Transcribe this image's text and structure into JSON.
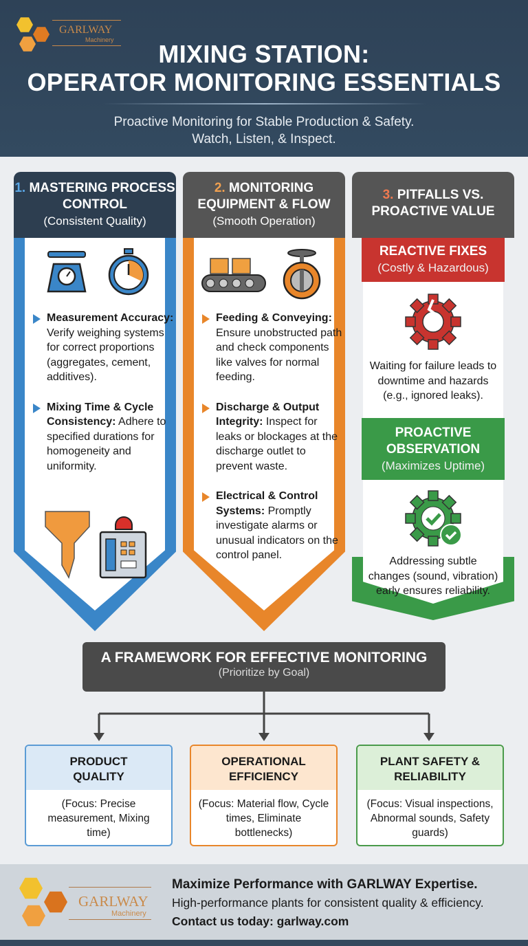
{
  "brand": {
    "name": "GARLWAY",
    "tagline": "Machinery"
  },
  "header": {
    "title_line1": "MIXING STATION:",
    "title_line2": "OPERATOR MONITORING ESSENTIALS",
    "subtitle_line1": "Proactive Monitoring for Stable Production & Safety.",
    "subtitle_line2": "Watch, Listen, & Inspect."
  },
  "columns": [
    {
      "number": "1.",
      "title": "MASTERING PROCESS CONTROL",
      "subtitle": "(Consistent Quality)",
      "accent": "#3a86c8",
      "items": [
        {
          "bold": "Measurement Accuracy:",
          "text": " Verify weighing systems for correct proportions (aggregates, cement, additives)."
        },
        {
          "bold": "Mixing Time & Cycle Consistency:",
          "text": " Adhere to specified durations for homogeneity and uniformity."
        }
      ],
      "icons": [
        "scale-icon",
        "stopwatch-icon",
        "hopper-icon",
        "alarm-panel-icon"
      ]
    },
    {
      "number": "2.",
      "title": "MONITORING EQUIPMENT & FLOW",
      "subtitle": "(Smooth Operation)",
      "accent": "#e8862a",
      "items": [
        {
          "bold": "Feeding & Conveying:",
          "text": " Ensure unobstructed path and check components like valves for normal feeding."
        },
        {
          "bold": "Discharge & Output Integrity:",
          "text": " Inspect for leaks or blockages at the discharge outlet to prevent waste."
        },
        {
          "bold": "Electrical & Control Systems:",
          "text": " Promptly investigate alarms or unusual indicators on the control panel."
        }
      ],
      "icons": [
        "conveyor-icon",
        "valve-icon"
      ]
    },
    {
      "number": "3.",
      "title": "PITFALLS VS. PROACTIVE VALUE",
      "accent": "#3a9a48",
      "reactive": {
        "title": "REACTIVE FIXES",
        "subtitle": "(Costly & Hazardous)",
        "text": "Waiting for failure leads to downtime and hazards (e.g., ignored leaks).",
        "color": "#c8342f"
      },
      "proactive": {
        "title": "PROACTIVE OBSERVATION",
        "subtitle": "(Maximizes Uptime)",
        "text": "Addressing subtle changes (sound, vibration) early ensures reliability.",
        "color": "#3a9a48"
      }
    }
  ],
  "framework": {
    "title": "A FRAMEWORK FOR EFFECTIVE MONITORING",
    "subtitle": "(Prioritize by Goal)",
    "boxes": [
      {
        "title": "PRODUCT QUALITY",
        "focus": "(Focus: Precise measurement, Mixing time)",
        "color": "#5b9bd5",
        "fill": "#dbe9f6"
      },
      {
        "title": "OPERATIONAL EFFICIENCY",
        "focus": "(Focus: Material flow, Cycle times, Eliminate bottlenecks)",
        "color": "#e8862a",
        "fill": "#fde6cf"
      },
      {
        "title": "PLANT SAFETY & RELIABILITY",
        "focus": "(Focus: Visual inspections, Abnormal sounds, Safety guards)",
        "color": "#4a9a4a",
        "fill": "#dcefd8"
      }
    ]
  },
  "footer": {
    "headline": "Maximize Performance with GARLWAY Expertise.",
    "line2": "High-performance plants for consistent quality & efficiency.",
    "contact": "Contact us today: garlway.com"
  }
}
